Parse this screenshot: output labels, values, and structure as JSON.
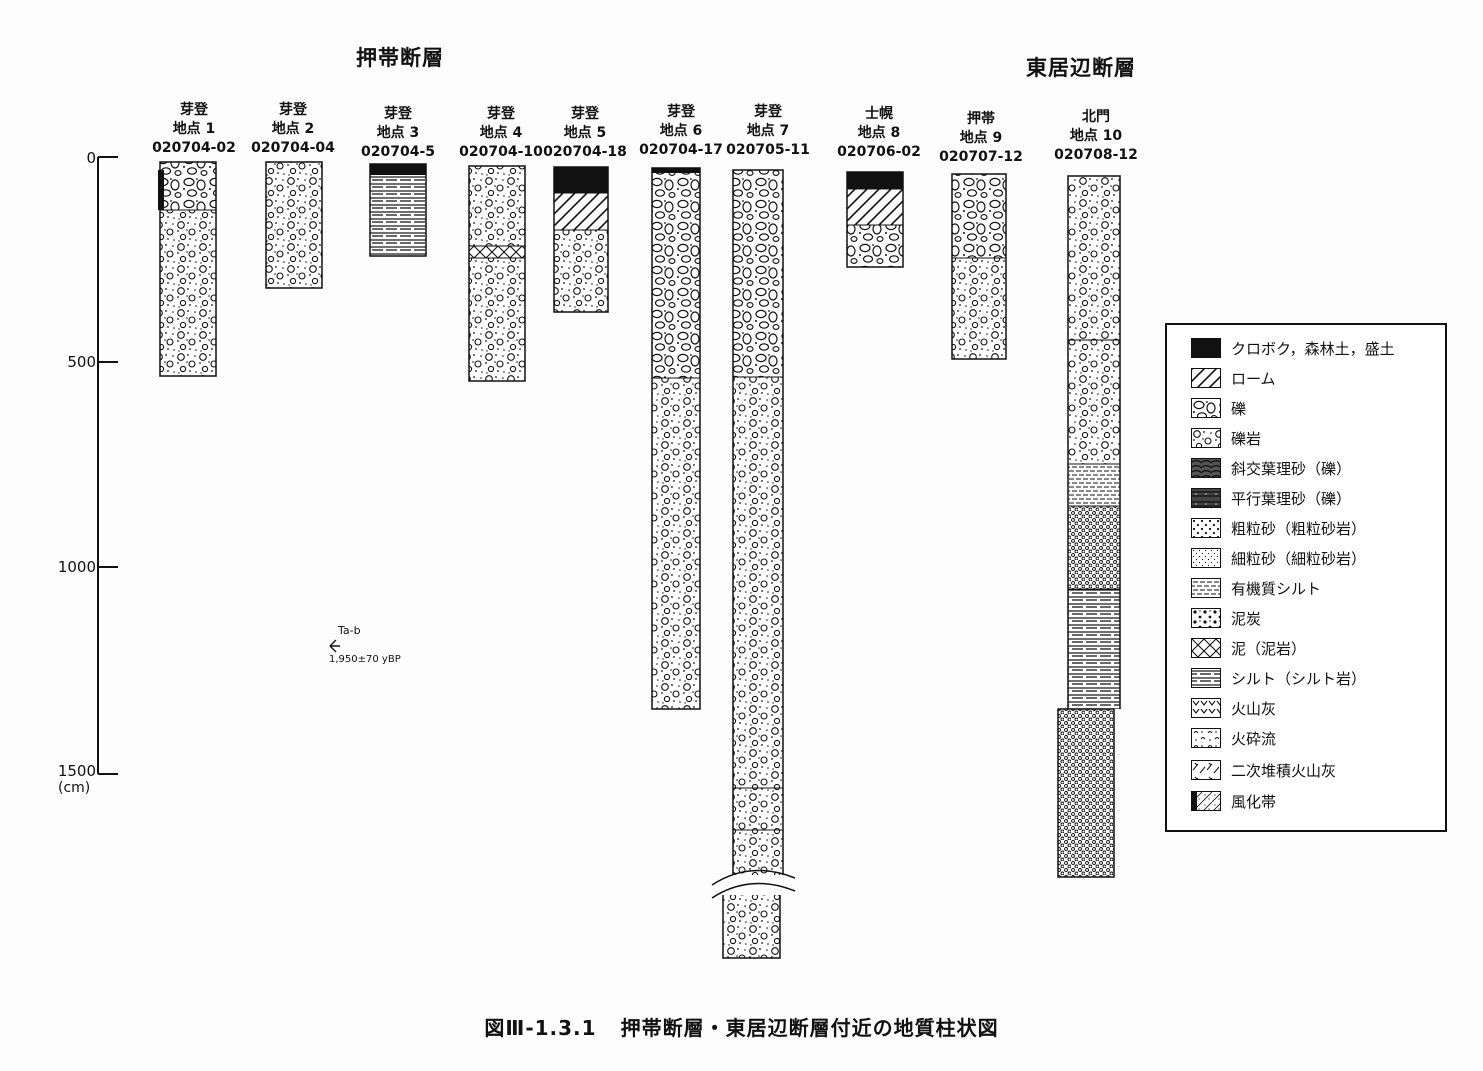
{
  "fault_titles": {
    "left": "押帯断層",
    "right": "東居辺断層"
  },
  "columns": [
    {
      "id": "c1",
      "lines": [
        "芽登",
        "地点 1",
        "020704-02"
      ]
    },
    {
      "id": "c2",
      "lines": [
        "芽登",
        "地点 2",
        "020704-04"
      ]
    },
    {
      "id": "c3",
      "lines": [
        "芽登",
        "地点 3",
        "020704-5"
      ]
    },
    {
      "id": "c4",
      "lines": [
        "芽登",
        "地点 4",
        "020704-10"
      ]
    },
    {
      "id": "c5",
      "lines": [
        "芽登",
        "地点 5",
        "020704-18"
      ]
    },
    {
      "id": "c6",
      "lines": [
        "芽登",
        "地点 6",
        "020704-17"
      ]
    },
    {
      "id": "c7",
      "lines": [
        "芽登",
        "地点 7",
        "020705-11"
      ]
    },
    {
      "id": "c8",
      "lines": [
        "士幌",
        "地点 8",
        "020706-02"
      ]
    },
    {
      "id": "c9",
      "lines": [
        "押帯",
        "地点 9",
        "020707-12"
      ]
    },
    {
      "id": "c10",
      "lines": [
        "北門",
        "地点 10",
        "020708-12"
      ]
    }
  ],
  "scale": {
    "ticks": [
      "0",
      "500",
      "1000",
      "1500"
    ],
    "unit": "(cm)"
  },
  "annotation": {
    "label": "Ta-b",
    "date": "1,950±70 yBP"
  },
  "legend": [
    {
      "name": "kurobok",
      "label": "クロボク，森林土，盛土",
      "pattern": "black"
    },
    {
      "name": "loam",
      "label": "ローム",
      "pattern": "hatch"
    },
    {
      "name": "gravel",
      "label": "礫",
      "pattern": "gravel"
    },
    {
      "name": "conglomerate",
      "label": "礫岩",
      "pattern": "conglomerate"
    },
    {
      "name": "cross-bedded-sand",
      "label": "斜交葉理砂（礫）",
      "pattern": "cross"
    },
    {
      "name": "parallel-laminated-sand",
      "label": "平行葉理砂（礫）",
      "pattern": "parallel"
    },
    {
      "name": "coarse-sand",
      "label": "粗粒砂（粗粒砂岩）",
      "pattern": "coarse"
    },
    {
      "name": "fine-sand",
      "label": "細粒砂（細粒砂岩）",
      "pattern": "fine"
    },
    {
      "name": "organic-silt",
      "label": "有機質シルト",
      "pattern": "dashes"
    },
    {
      "name": "peat",
      "label": "泥炭",
      "pattern": "peat"
    },
    {
      "name": "mud",
      "label": "泥（泥岩）",
      "pattern": "mud"
    },
    {
      "name": "silt",
      "label": "シルト（シルト岩）",
      "pattern": "silt"
    },
    {
      "name": "volcanic-ash",
      "label": "火山灰",
      "pattern": "ash"
    },
    {
      "name": "pyroclastic-flow",
      "label": "火砕流",
      "pattern": "pyro"
    },
    {
      "name": "secondary-ash",
      "label": "二次堆積火山灰",
      "pattern": "secondary"
    },
    {
      "name": "weathered-zone",
      "label": "風化帯",
      "pattern": "weathered"
    }
  ],
  "caption": {
    "figure_no": "図Ⅲ-1.3.1",
    "title": "押帯断層・東居辺断層付近の地質柱状図"
  }
}
